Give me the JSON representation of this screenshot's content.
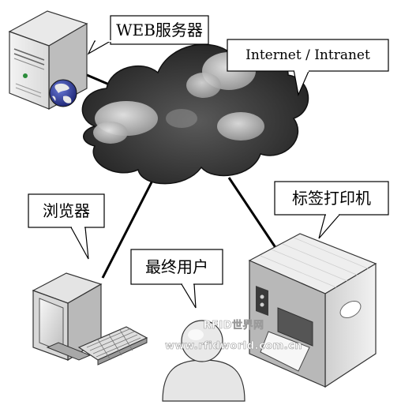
{
  "labels": {
    "web_server": "WEB服务器",
    "network": "Internet / Intranet",
    "browser": "浏览器",
    "label_printer": "标签打印机",
    "end_user": "最终用户"
  },
  "watermark": {
    "line1": "RFID世界网",
    "line2": "www.rfidworld.com.cn"
  },
  "icons": [
    "server-icon",
    "globe-icon",
    "cloud-icon",
    "computer-icon",
    "keyboard-icon",
    "user-icon",
    "printer-icon"
  ]
}
